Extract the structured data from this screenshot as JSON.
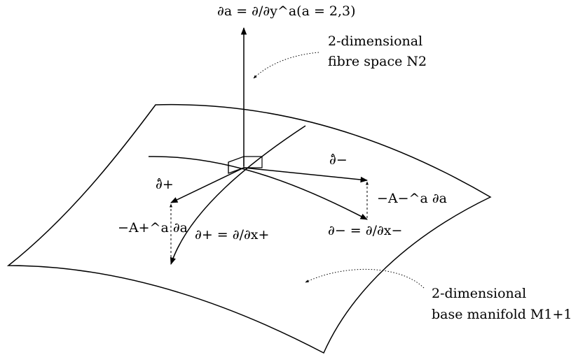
{
  "labels": {
    "fibre_direction": "∂a = ∂/∂y^a(a = 2,3)",
    "fibre_space_line1": "2-dimensional",
    "fibre_space_line2": "fibre space N2",
    "base_manifold_line1": "2-dimensional",
    "base_manifold_line2": "base manifold M1+1",
    "d_minus_hat": "∂̂−",
    "d_plus_hat": "∂̂+",
    "minus_A_minus": "−A−^a ∂a",
    "minus_A_plus": "−A+^a ∂a",
    "d_plus_coord": "∂+ = ∂/∂x+",
    "d_minus_coord": "∂− = ∂/∂x−"
  }
}
